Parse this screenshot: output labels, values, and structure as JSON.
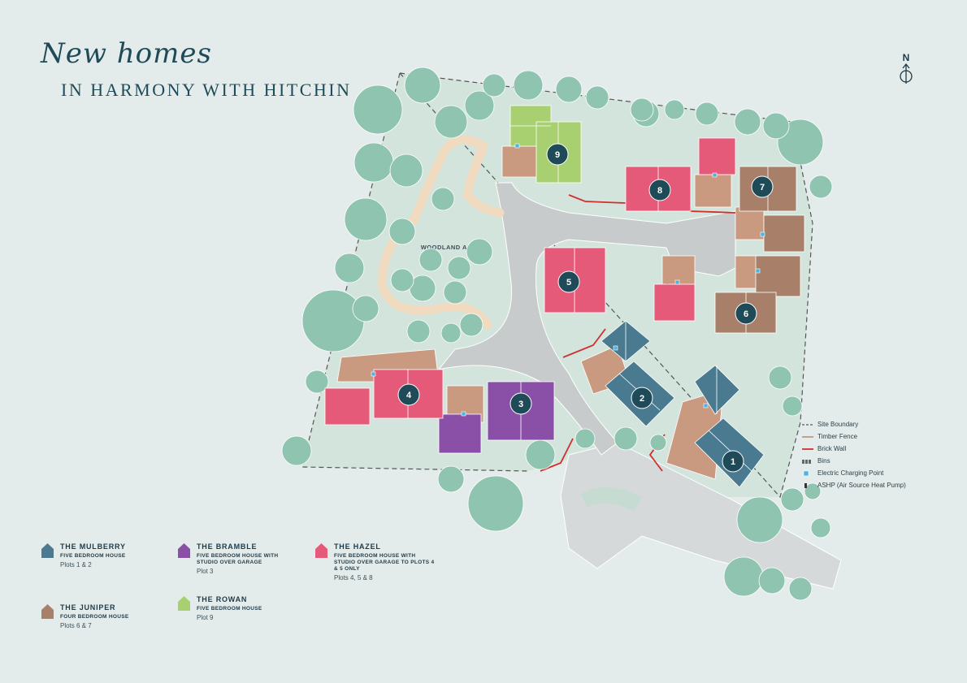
{
  "header": {
    "script_title": "New homes",
    "subtitle": "IN HARMONY WITH HITCHIN"
  },
  "compass": {
    "label": "N",
    "icon": "north-arrow-icon"
  },
  "map": {
    "woodland_label": "WOODLAND AREA",
    "plots": [
      {
        "number": "1",
        "house_type": "The Mulberry",
        "color": "#4a7a90"
      },
      {
        "number": "2",
        "house_type": "The Mulberry",
        "color": "#4a7a90"
      },
      {
        "number": "3",
        "house_type": "The Bramble",
        "color": "#8a50a8"
      },
      {
        "number": "4",
        "house_type": "The Hazel",
        "color": "#e55a78"
      },
      {
        "number": "5",
        "house_type": "The Hazel",
        "color": "#e55a78"
      },
      {
        "number": "6",
        "house_type": "The Juniper",
        "color": "#a8806a"
      },
      {
        "number": "7",
        "house_type": "The Juniper",
        "color": "#a8806a"
      },
      {
        "number": "8",
        "house_type": "The Hazel",
        "color": "#e55a78"
      },
      {
        "number": "9",
        "house_type": "The Rowan",
        "color": "#a8d070"
      }
    ],
    "plot_marker_color": "#1f4a58"
  },
  "map_key": [
    {
      "label": "Site Boundary",
      "icon": "dashed-line-icon",
      "color": "#555555"
    },
    {
      "label": "Timber Fence",
      "icon": "timber-fence-icon",
      "color": "#b07a5a"
    },
    {
      "label": "Brick Wall",
      "icon": "brick-wall-icon",
      "color": "#d0302c"
    },
    {
      "label": "Bins",
      "icon": "bins-icon",
      "color": "#555555"
    },
    {
      "label": "Electric Charging Point",
      "icon": "charging-point-icon",
      "color": "#4fb3e0"
    },
    {
      "label": "ASHP (Air Source Heat Pump)",
      "icon": "ashp-icon",
      "color": "#333333"
    }
  ],
  "legend": [
    {
      "name": "THE MULBERRY",
      "desc": "FIVE BEDROOM HOUSE",
      "plots": "Plots 1 & 2",
      "color": "#4a7a90"
    },
    {
      "name": "THE BRAMBLE",
      "desc": "FIVE BEDROOM HOUSE WITH STUDIO OVER GARAGE",
      "plots": "Plot 3",
      "color": "#8a50a8"
    },
    {
      "name": "THE HAZEL",
      "desc": "FIVE BEDROOM HOUSE WITH STUDIO OVER GARAGE TO PLOTS 4 & 5 ONLY",
      "plots": "Plots 4, 5 & 8",
      "color": "#e55a78"
    },
    {
      "name": "THE JUNIPER",
      "desc": "FOUR BEDROOM HOUSE",
      "plots": "Plots 6 & 7",
      "color": "#a8806a"
    },
    {
      "name": "THE ROWAN",
      "desc": "FIVE BEDROOM HOUSE",
      "plots": "Plot 9",
      "color": "#a8d070"
    }
  ]
}
